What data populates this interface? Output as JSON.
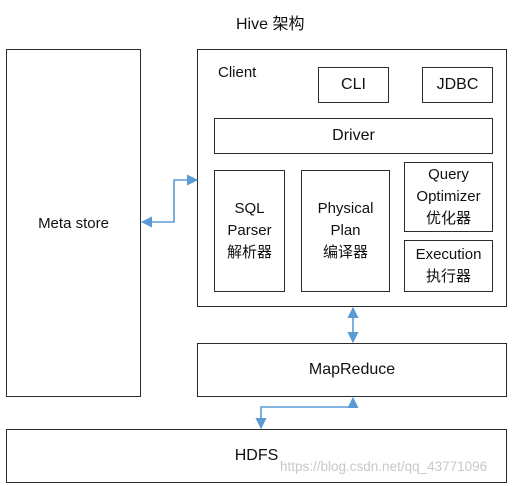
{
  "title": "Hive 架构",
  "metastore": {
    "label": "Meta store"
  },
  "client": {
    "label": "Client",
    "cli": "CLI",
    "jdbc": "JDBC",
    "driver": "Driver",
    "sql_parser": {
      "line1": "SQL",
      "line2": "Parser",
      "line3": "解析器"
    },
    "physical_plan": {
      "line1": "Physical",
      "line2": "Plan",
      "line3": "编译器"
    },
    "query_optimizer": {
      "line1": "Query",
      "line2": "Optimizer",
      "line3": "优化器"
    },
    "execution": {
      "line1": "Execution",
      "line2": "执行器"
    }
  },
  "mapreduce": {
    "label": "MapReduce"
  },
  "hdfs": {
    "label": "HDFS"
  },
  "watermark": "https://blog.csdn.net/qq_43771096",
  "colors": {
    "arrow": "#5b9bd5",
    "border": "#2b2b2b"
  }
}
